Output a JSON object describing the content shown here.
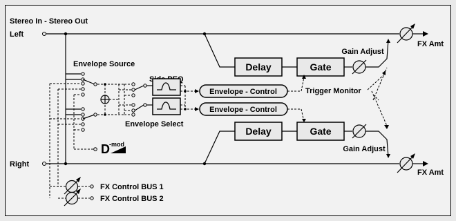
{
  "title": "Stereo In - Stereo Out",
  "inputs": {
    "left": "Left",
    "right": "Right"
  },
  "blocks": {
    "delay_top": "Delay",
    "gate_top": "Gate",
    "delay_bottom": "Delay",
    "gate_bottom": "Gate",
    "envelope_control_top": "Envelope - Control",
    "envelope_control_bottom": "Envelope - Control"
  },
  "labels": {
    "envelope_source": "Envelope Source",
    "side_peq": "Side PEQ",
    "envelope_select": "Envelope Select",
    "trigger_monitor": "Trigger Monitor",
    "gain_adjust_top": "Gain Adjust",
    "gain_adjust_bottom": "Gain Adjust",
    "fx_amt_top": "FX Amt",
    "fx_amt_bottom": "FX Amt",
    "dmod_d": "D",
    "dmod_sup": "-mod",
    "fx_control_bus_1": "FX Control BUS 1",
    "fx_control_bus_2": "FX Control BUS 2"
  }
}
